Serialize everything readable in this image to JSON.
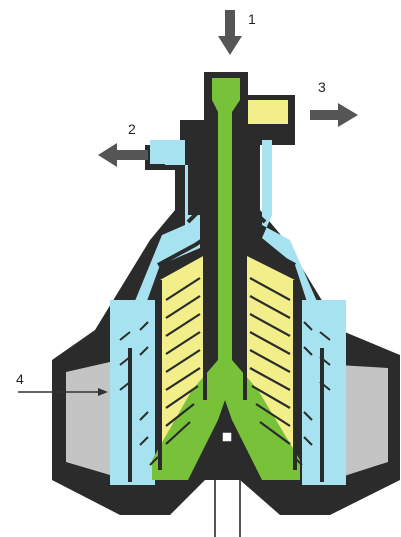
{
  "labels": {
    "one": "1",
    "two": "2",
    "three": "3",
    "four": "4"
  },
  "colors": {
    "casing": "#2b2b2b",
    "feed_green": "#78c23a",
    "light_phase_yellow": "#f2ee8a",
    "heavy_phase_cyan": "#a6e2ef",
    "sludge_grey": "#c4c4c4",
    "arrow": "#555555"
  }
}
